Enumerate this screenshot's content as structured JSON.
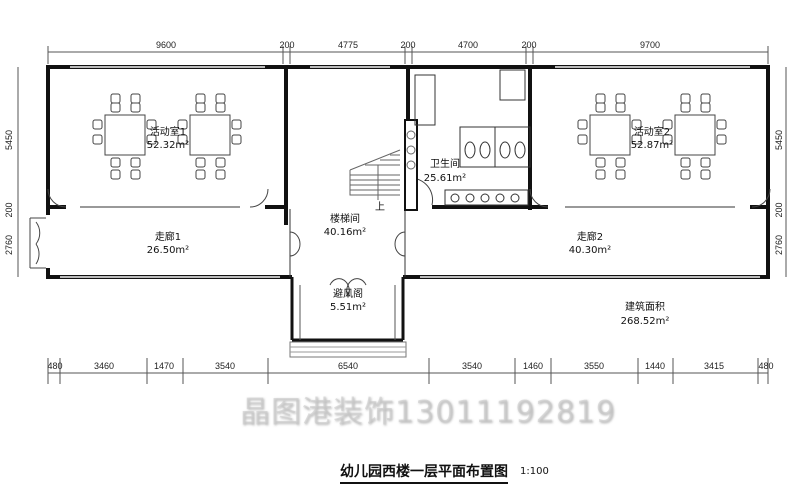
{
  "top_dims": [
    "9600",
    "200",
    "4775",
    "200",
    "4700",
    "200",
    "9700"
  ],
  "bottom_dims": [
    "480",
    "3460",
    "1470",
    "3540",
    "6540",
    "3540",
    "1460",
    "3550",
    "1440",
    "3415",
    "480"
  ],
  "left_dims": [
    "5450",
    "200",
    "2760"
  ],
  "right_dims": [
    "5450",
    "200",
    "2760"
  ],
  "rooms": {
    "activity1": {
      "name": "活动室1",
      "area": "52.32m²"
    },
    "activity2": {
      "name": "活动室2",
      "area": "52.87m²"
    },
    "toilet": {
      "name": "卫生间",
      "area": "25.61m²"
    },
    "stair": {
      "name": "楼梯间",
      "area": "40.16m²",
      "up": "上"
    },
    "corridor1": {
      "name": "走廊1",
      "area": "26.50m²"
    },
    "corridor2": {
      "name": "走廊2",
      "area": "40.30m²"
    },
    "vestibule": {
      "name": "避风阁",
      "area": "5.51m²"
    }
  },
  "total_area": {
    "label": "建筑面积",
    "value": "268.52m²"
  },
  "title": "幼儿园西楼一层平面布置图",
  "scale": "1:100",
  "watermark": "晶图港装饰13011192819"
}
